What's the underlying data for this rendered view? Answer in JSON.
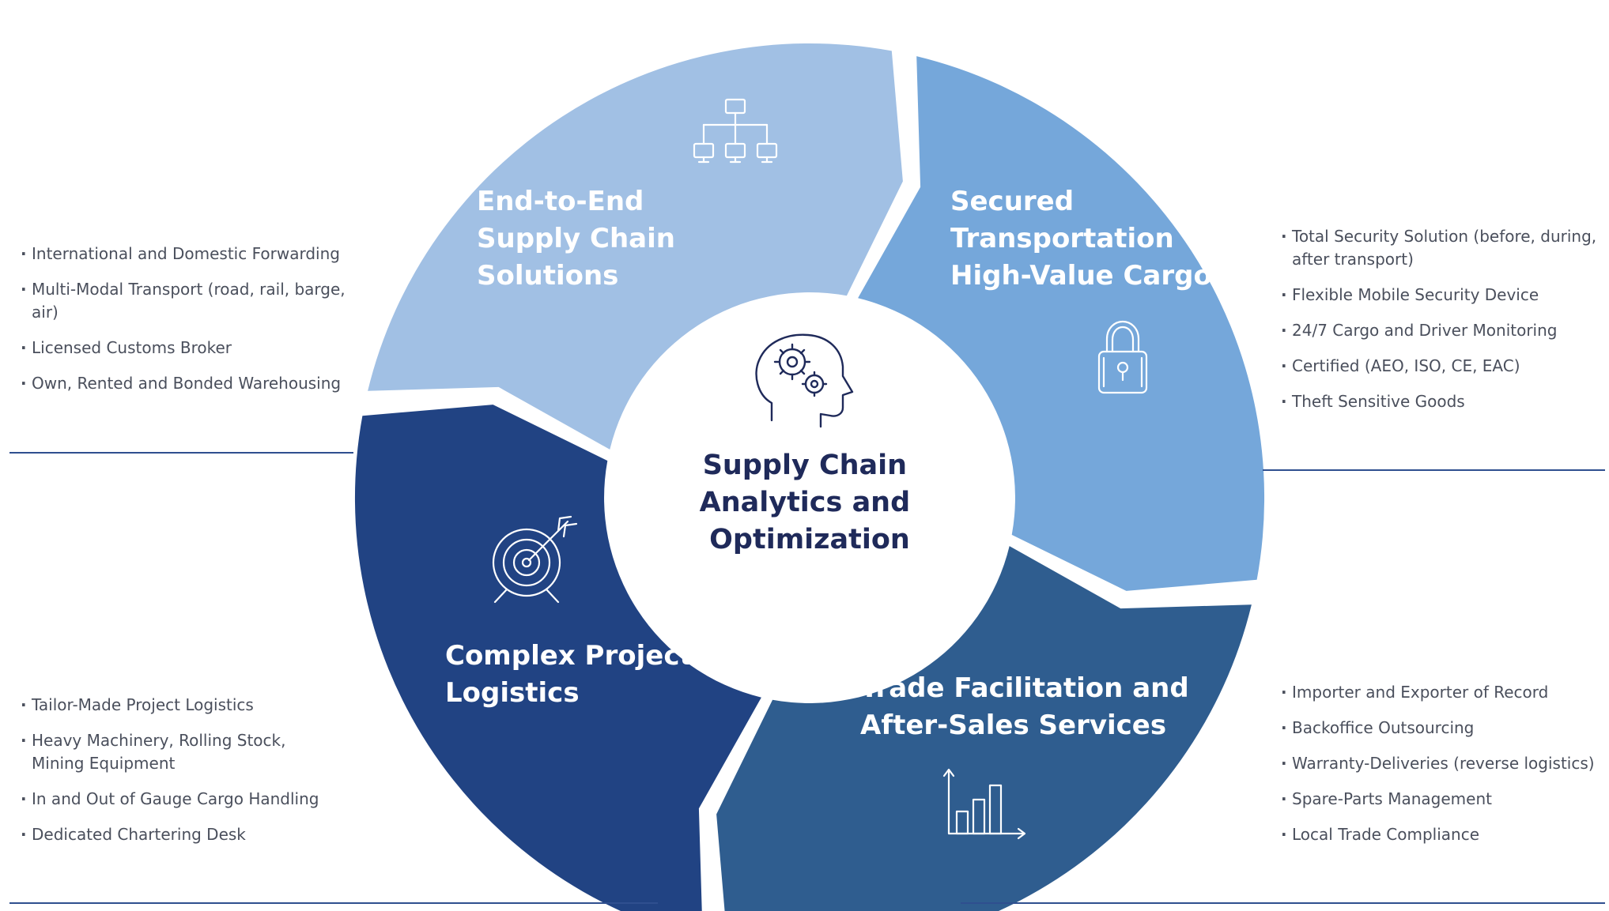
{
  "colors": {
    "end_to_end": "#a1c0e4",
    "secured": "#75a7da",
    "trade": "#2f5d8f",
    "complex": "#214383",
    "center_text": "#1f2a5a",
    "bullet_text": "#4a4f5c",
    "rule": "#2f4f8f"
  },
  "center": {
    "icon": "head-gears-icon",
    "line1": "Supply Chain",
    "line2": "Analytics and",
    "line3": "Optimization"
  },
  "segments": {
    "end_to_end": {
      "icon": "network-icon",
      "line1": "End-to-End",
      "line2": "Supply Chain",
      "line3": "Solutions",
      "bullets": [
        "International and Domestic Forwarding",
        "Multi-Modal Transport (road, rail, barge, air)",
        "Licensed Customs Broker",
        "Own, Rented and Bonded Warehousing"
      ]
    },
    "secured": {
      "icon": "padlock-icon",
      "line1": "Secured",
      "line2": "Transportation",
      "line3": "High-Value Cargo",
      "bullets": [
        "Total Security Solution (before, during, after transport)",
        "Flexible Mobile Security Device",
        "24/7 Cargo and Driver Monitoring",
        "Certified (AEO, ISO, CE, EAC)",
        "Theft Sensitive Goods"
      ]
    },
    "trade": {
      "icon": "bar-chart-icon",
      "line1": "Trade Facilitation and",
      "line2": "After-Sales Services",
      "bullets": [
        "Importer and Exporter of Record",
        "Backoffice Outsourcing",
        "Warranty-Deliveries (reverse logistics)",
        "Spare-Parts Management",
        "Local Trade Compliance"
      ]
    },
    "complex": {
      "icon": "target-icon",
      "line1": "Complex Project",
      "line2": "Logistics",
      "bullets": [
        "Tailor-Made Project Logistics",
        "Heavy Machinery, Rolling Stock, Mining Equipment",
        "In and Out of Gauge Cargo Handling",
        "Dedicated Chartering Desk"
      ]
    }
  }
}
